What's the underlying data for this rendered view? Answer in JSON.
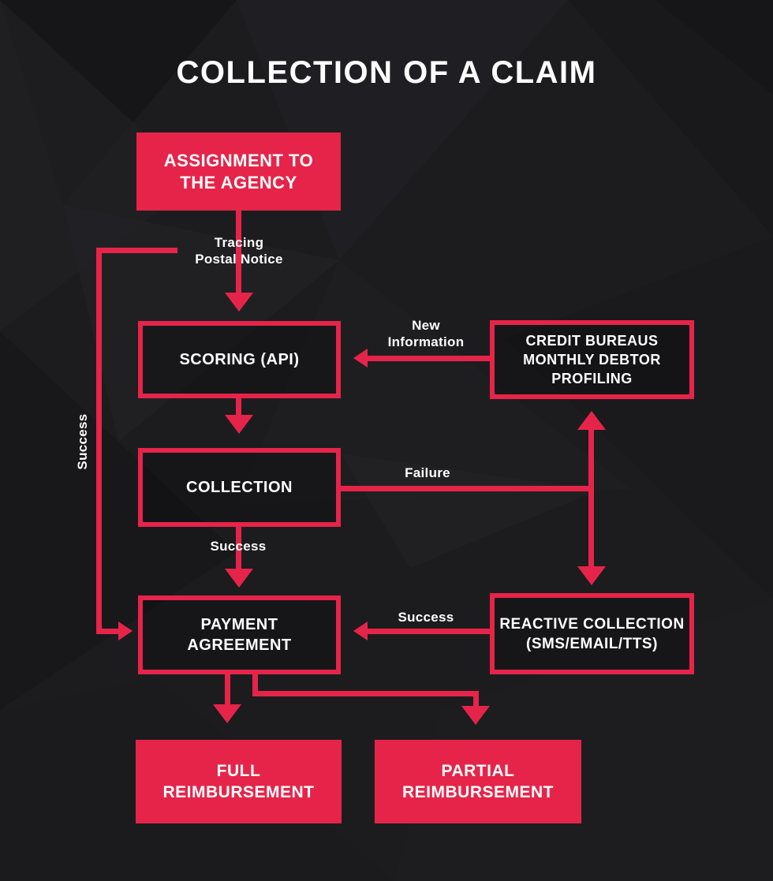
{
  "title": "COLLECTION OF A CLAIM",
  "colors": {
    "accent": "#e62449",
    "background": "#1c1c1e",
    "text": "#ffffff"
  },
  "nodes": {
    "assignment": {
      "label": "ASSIGNMENT TO\nTHE AGENCY"
    },
    "scoring": {
      "label": "SCORING (API)"
    },
    "credit_bureaus": {
      "label": "CREDIT BUREAUS\nMONTHLY DEBTOR\nPROFILING"
    },
    "collection": {
      "label": "COLLECTION"
    },
    "payment_agreement": {
      "label": "PAYMENT\nAGREEMENT"
    },
    "reactive_collection": {
      "label": "REACTIVE COLLECTION\n(SMS/EMAIL/TTS)"
    },
    "full_reimbursement": {
      "label": "FULL\nREIMBURSEMENT"
    },
    "partial_reimbursement": {
      "label": "PARTIAL\nREIMBURSEMENT"
    }
  },
  "edge_labels": {
    "tracing": "Tracing\nPostal Notice",
    "new_information": "New\nInformation",
    "failure": "Failure",
    "success_left": "Success",
    "success_middle": "Success",
    "success_right": "Success"
  }
}
